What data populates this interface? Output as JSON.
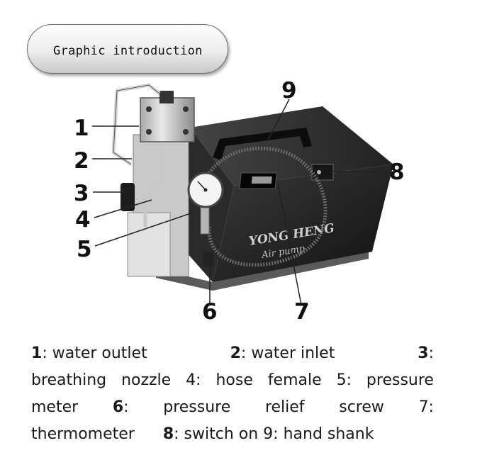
{
  "header": {
    "title": "Graphic introduction"
  },
  "callouts": [
    "1",
    "2",
    "3",
    "4",
    "5",
    "6",
    "7",
    "8",
    "9"
  ],
  "device": {
    "brand_line1": "YONG HENG",
    "brand_line2": "Air pump"
  },
  "legend": {
    "line1": [
      {
        "num": "1",
        "text": ": water outlet"
      },
      {
        "num": "2",
        "text": ": water inlet"
      },
      {
        "num": "3",
        "text": ":"
      }
    ],
    "line2": [
      "breathing",
      "nozzle",
      "4:",
      "hose",
      "female",
      "5:",
      "pressure"
    ],
    "line3": [
      "meter",
      {
        "num": "6",
        "text": ":"
      },
      "pressure",
      "relief",
      "screw",
      "7:"
    ],
    "line4": [
      {
        "text": "thermometer"
      },
      {
        "num": "8",
        "text": ": switch on 9: hand shank"
      }
    ]
  }
}
